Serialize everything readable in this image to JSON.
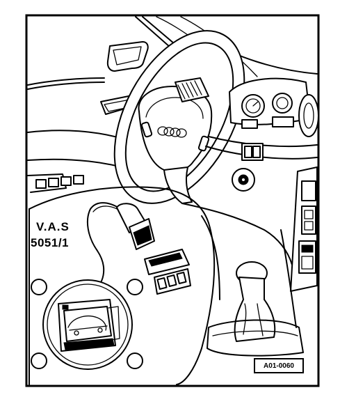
{
  "diagram": {
    "tool_label_line1": "V.A.S",
    "tool_label_line2": "5051/1",
    "reference_code": "A01-0060"
  }
}
